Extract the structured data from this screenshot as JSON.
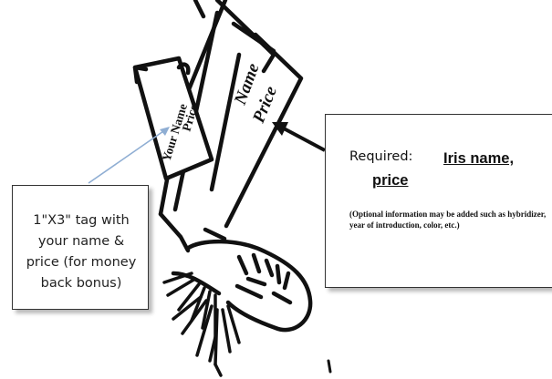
{
  "colors": {
    "ink": "#111111",
    "arrow_blue": "#8faed3",
    "box_border": "#333333"
  },
  "tag_card": {
    "line1": "Your Name",
    "line2": "Price"
  },
  "stake_labels": {
    "name": "Name",
    "price": "Price"
  },
  "left_callout": {
    "lines": [
      "1\"X3\" tag with",
      "your name &",
      "price (for money",
      "back bonus)"
    ]
  },
  "right_callout": {
    "required_label": "Required:",
    "required_line1": "Iris name,",
    "required_line2": "price",
    "optional_note": "(Optional information may be added such as hybridizer, year of introduction, color, etc.)"
  }
}
